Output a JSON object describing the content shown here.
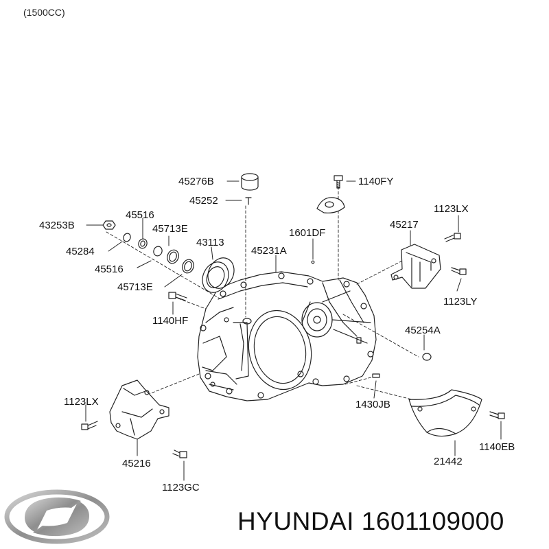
{
  "header": {
    "variant": "(1500CC)"
  },
  "labels": {
    "p45276B": "45276B",
    "p45252": "45252",
    "p1140FY": "1140FY",
    "p43253B": "43253B",
    "p45516_top": "45516",
    "p45713E_top": "45713E",
    "p43113": "43113",
    "p1601DF": "1601DF",
    "p45217": "45217",
    "p1123LX_top": "1123LX",
    "p45284": "45284",
    "p45231A": "45231A",
    "p45516_low": "45516",
    "p45713E_low": "45713E",
    "p1123LY": "1123LY",
    "p1140HF": "1140HF",
    "p45254A": "45254A",
    "p1123LX_low": "1123LX",
    "p1430JB": "1430JB",
    "p1140EB": "1140EB",
    "p45216": "45216",
    "p21442": "21442",
    "p1123GC": "1123GC"
  },
  "footer": {
    "brand_text": "HYUNDAI 1601109000",
    "logo_icon": "hyundai-logo-icon"
  },
  "colors": {
    "line": "#222222",
    "fill": "#ffffff",
    "logo": "#9a9a9a"
  }
}
